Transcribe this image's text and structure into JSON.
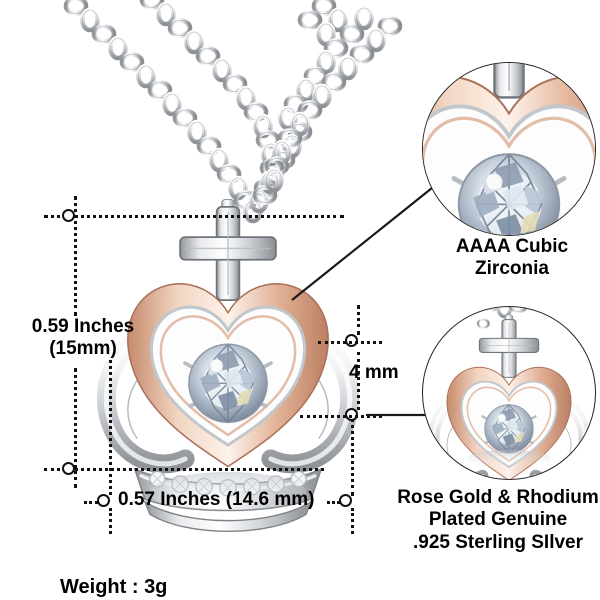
{
  "product": {
    "type": "crown-heart-cross-pendant-necklace",
    "chain_style": "cable chain",
    "metal_colors": {
      "rose_gold_light": "#f6e0d3",
      "rose_gold_mid": "#dba98c",
      "rose_gold_dark": "#c0836a",
      "silver_light": "#ffffff",
      "silver_mid": "#d8dadd",
      "silver_dark": "#8d9196",
      "stone_grey": "#c9d2dc",
      "stone_blue": "#7f8da0",
      "stone_warm": "#e8d8a8",
      "outline": "#222222"
    }
  },
  "dimensions": {
    "height_label": "0.59 Inches\n(15mm)",
    "width_label": "0.57 Inches (14.6 mm)",
    "depth_label": "4 mm"
  },
  "callouts": {
    "stone": {
      "label": "AAAA Cubic\nZirconia",
      "icon": "magnified-cubic-zirconia-stone"
    },
    "material": {
      "label": "Rose Gold & Rhodium\nPlated Genuine\n.925  Sterling SIlver",
      "icon": "magnified-full-pendant"
    }
  },
  "specs": {
    "weight_label": "Weight : 3g"
  }
}
